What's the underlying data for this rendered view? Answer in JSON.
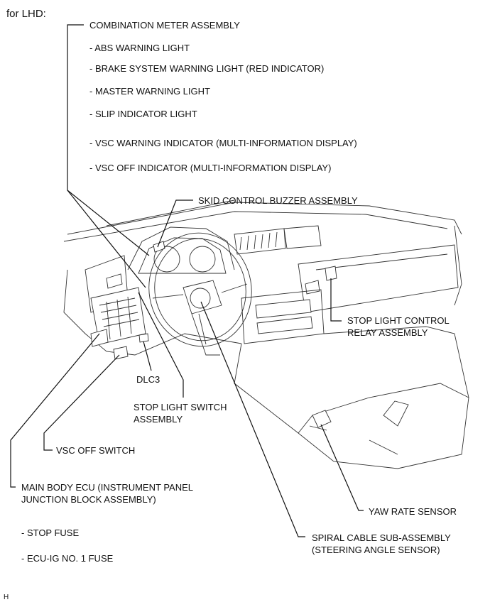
{
  "title": "for LHD:",
  "labels": {
    "combination_meter": "COMBINATION METER ASSEMBLY",
    "abs_warning": "- ABS WARNING LIGHT",
    "brake_system_warning": "- BRAKE SYSTEM WARNING LIGHT (RED INDICATOR)",
    "master_warning": "- MASTER WARNING LIGHT",
    "slip_indicator": "- SLIP INDICATOR LIGHT",
    "vsc_warning": "- VSC WARNING INDICATOR (MULTI-INFORMATION DISPLAY)",
    "vsc_off_indicator": "- VSC OFF INDICATOR (MULTI-INFORMATION DISPLAY)",
    "skid_buzzer": "SKID CONTROL BUZZER ASSEMBLY",
    "stop_light_relay_1": "STOP LIGHT CONTROL",
    "stop_light_relay_2": "RELAY ASSEMBLY",
    "dlc3": "DLC3",
    "stop_light_switch_1": "STOP LIGHT SWITCH",
    "stop_light_switch_2": "ASSEMBLY",
    "vsc_off_switch": "VSC OFF SWITCH",
    "main_body_ecu_1": "MAIN BODY ECU (INSTRUMENT PANEL",
    "main_body_ecu_2": "JUNCTION BLOCK ASSEMBLY)",
    "yaw_rate": "YAW RATE SENSOR",
    "stop_fuse": "- STOP FUSE",
    "spiral_cable_1": "SPIRAL CABLE SUB-ASSEMBLY",
    "spiral_cable_2": "(STEERING ANGLE SENSOR)",
    "ecu_ig_fuse": "- ECU-IG NO. 1 FUSE",
    "corner_code": "H"
  }
}
